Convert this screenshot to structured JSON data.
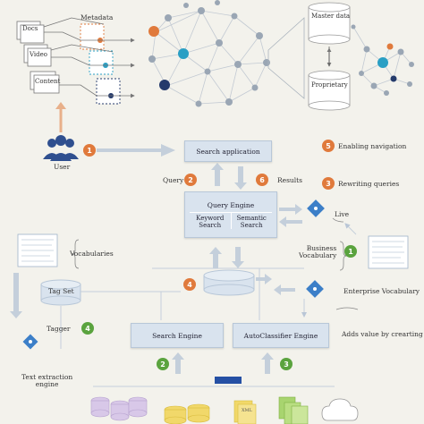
{
  "top": {
    "metadata": "Metadata",
    "docs": "Docs",
    "video": "Video",
    "content": "Content",
    "master_data": "Master data",
    "proprietary": "Proprietary"
  },
  "flow": {
    "user": "User",
    "search_application": "Search application",
    "query": "Query",
    "results": "Results",
    "query_engine": "Query Engine",
    "keyword_search": "Keyword\nSearch",
    "semantic_search": "Semantic\nSearch",
    "live": "Live",
    "business_vocabulary": "Business\nVocabulary",
    "enterprise_vocabulary": "Enterprise Vocabulary",
    "adds_value": "Adds value by crearting",
    "enabling_navigation": "Enabling navigation",
    "rewriting_queries": "Rewriting queries",
    "vocabularies": "Vocabularies",
    "tag_set": "Tag Set",
    "tagger": "Tagger",
    "text_extraction_engine": "Text extraction\nengine",
    "search_engine": "Search Engine",
    "autoclassifier_engine": "AutoClassifier Engine"
  },
  "badges": {
    "b1": "1",
    "b2": "2",
    "b3": "3",
    "b4": "4",
    "b5": "5",
    "b6": "6",
    "g1": "1",
    "g2": "2",
    "g3": "3",
    "g4": "4"
  },
  "colors": {
    "orange_badge": "#e07a3c",
    "green_badge": "#5aa33e",
    "box_fill": "#d9e3ee",
    "arrow": "#c4cfdb",
    "network_node": "#9aa6b4",
    "accent_teal": "#2a9fc4",
    "accent_navy": "#243a6b",
    "accent_orange": "#e07a3c"
  },
  "icons": [
    "users-icon",
    "diamond-network-icon",
    "database-icon",
    "document-icon",
    "cloud-icon",
    "chart-icon"
  ]
}
